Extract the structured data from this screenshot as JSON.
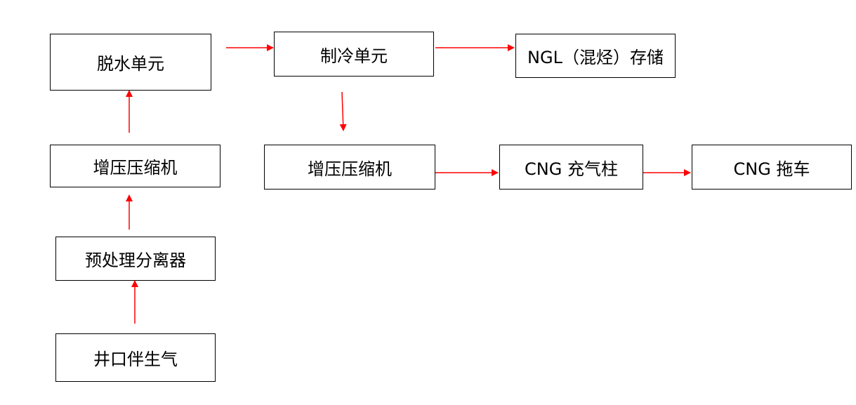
{
  "diagram": {
    "nodes": {
      "dehydration": "脱水单元",
      "refrigeration": "制冷单元",
      "ngl_storage": "NGL（混烃）存储",
      "compressor_left": "增压压缩机",
      "compressor_mid": "增压压缩机",
      "cng_dispenser": "CNG 充气柱",
      "cng_trailer": "CNG 拖车",
      "pretreatment": "预处理分离器",
      "wellhead_gas": "井口伴生气"
    },
    "arrow_color": "#ff0000",
    "border_color": "#000000"
  }
}
